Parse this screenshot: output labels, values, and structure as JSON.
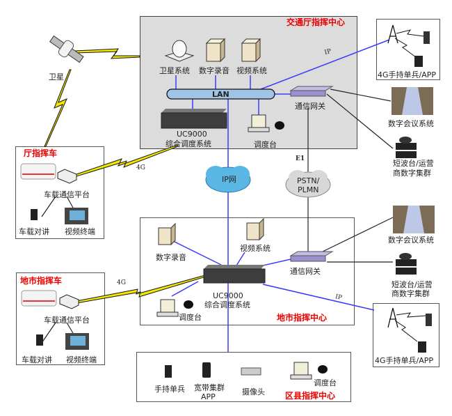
{
  "diagram": {
    "type": "network-topology",
    "colors": {
      "ip_link": "#3a3aff",
      "wired_link": "#222222",
      "wireless_link": "#f2e600",
      "region_title": "#ee0000",
      "provincial_center_bg": "#dcdcdc"
    },
    "satellite": {
      "label": "卫星"
    },
    "provincial_center": {
      "title": "交通厅指挥中心",
      "satellite_system": "卫星系统",
      "digital_recording": "数字录音",
      "video_system": "视频系统",
      "lan": "LAN",
      "dispatch_system_model": "UC9000",
      "dispatch_system_name": "综合调度系统",
      "dispatch_console": "调度台",
      "gateway": "通信网关"
    },
    "provincial_handheld": {
      "label": "4G手持单兵/APP"
    },
    "provincial_conference": {
      "label": "数字会议系统"
    },
    "provincial_radio": {
      "line1": "短波台/运营",
      "line2": "商数字集群"
    },
    "provincial_vehicle": {
      "title": "厅指挥车",
      "platform": "车载通信平台",
      "intercom": "车载对讲",
      "video_terminal": "视频终端"
    },
    "networks": {
      "ip_cloud": "IP网",
      "pstn_line1": "PSTN/",
      "pstn_line2": "PLMN",
      "e1_label": "E1",
      "ip_link_label": "IP",
      "fourg_label": "4G"
    },
    "city_center": {
      "title": "地市指挥中心",
      "digital_recording": "数字录音",
      "video_system": "视频系统",
      "dispatch_system_model": "UC9000",
      "dispatch_system_name": "综合调度系统",
      "dispatch_console": "调度台",
      "gateway": "通信网关"
    },
    "city_conference": {
      "label": "数字会议系统"
    },
    "city_radio": {
      "line1": "短波台/运营",
      "line2": "商数字集群"
    },
    "city_handheld": {
      "label": "4G手持单兵/APP"
    },
    "city_vehicle": {
      "title": "地市指挥车",
      "platform": "车载通信平台",
      "intercom": "车载对讲",
      "video_terminal": "视频终端"
    },
    "county_center": {
      "title": "区县指挥中心",
      "handheld": "手持单兵",
      "broadband_line1": "宽带集群",
      "broadband_line2": "APP",
      "camera": "摄像头",
      "dispatch_console": "调度台"
    }
  }
}
